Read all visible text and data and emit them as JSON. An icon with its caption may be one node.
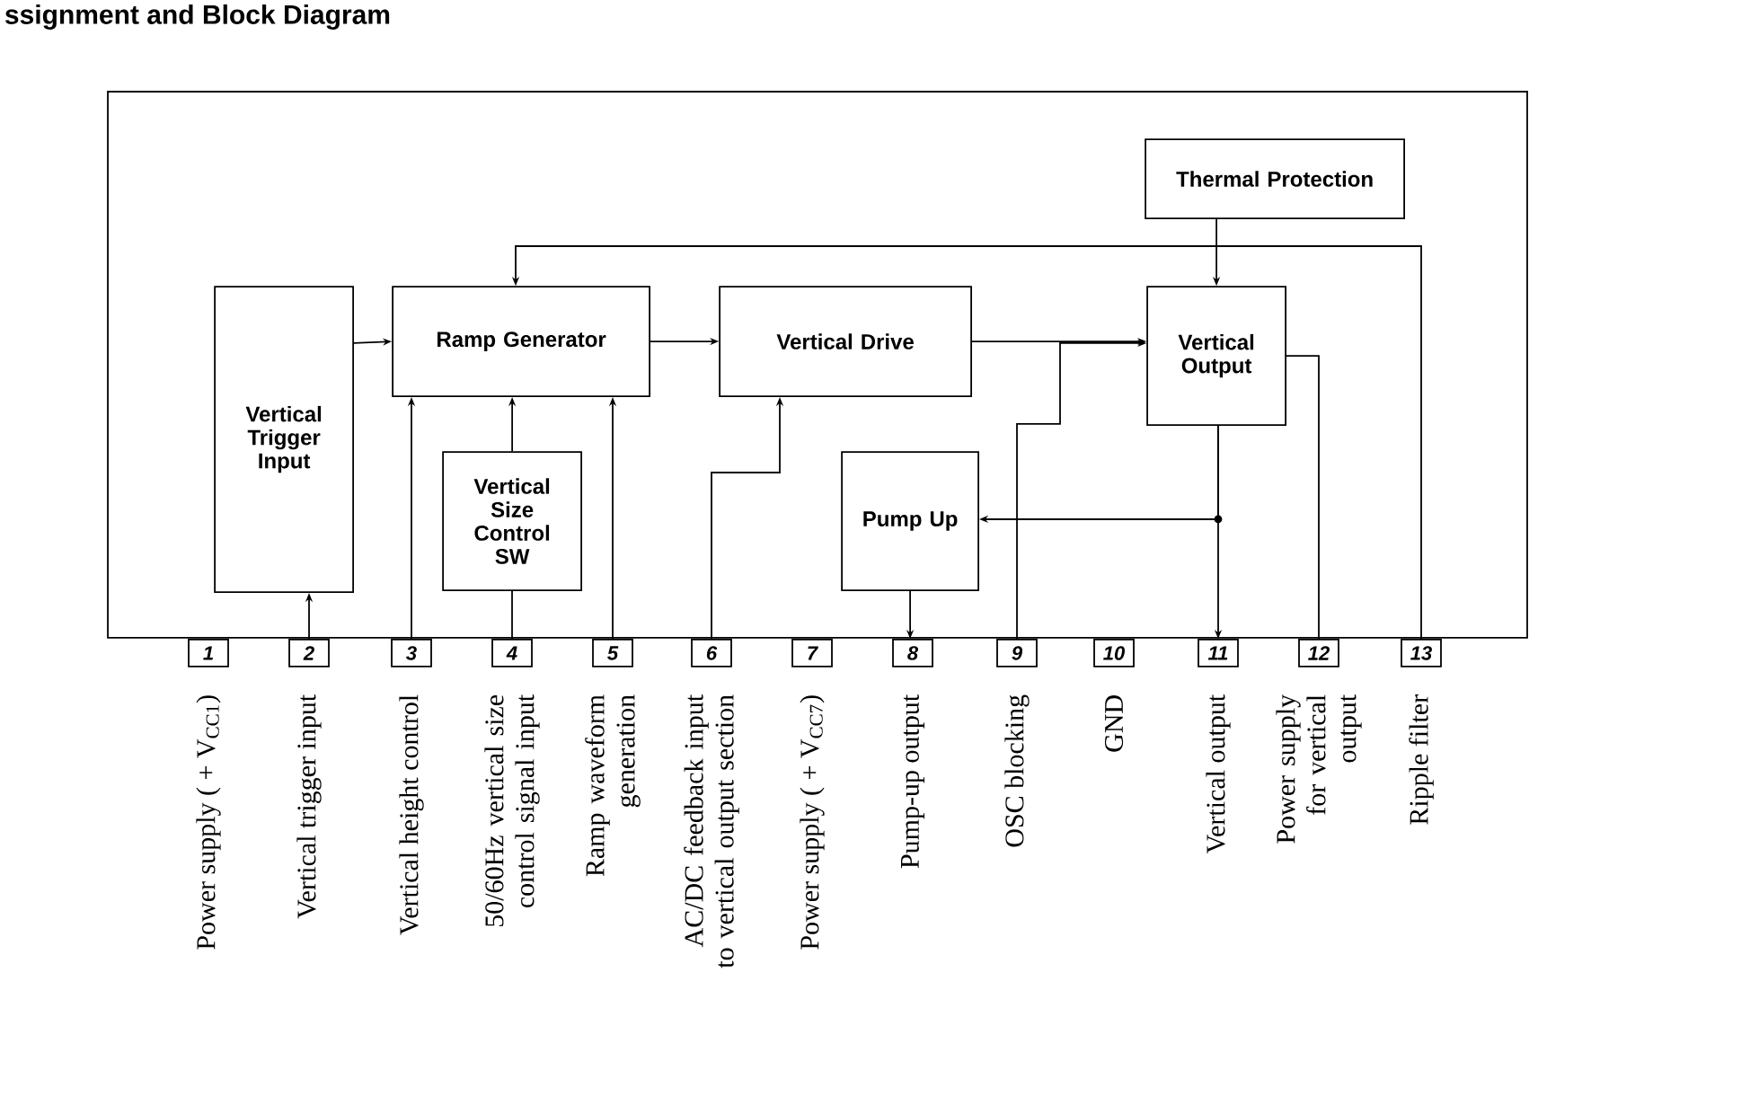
{
  "diagram": {
    "title": "ssignment and Block Diagram",
    "nodes": [
      {
        "text": [],
        "shape": "box"
      },
      {
        "text": [
          "Vertical Trigger Input"
        ],
        "in": 0
      },
      {
        "text": [
          "Ramp Generator"
        ],
        "in": 0
      },
      {
        "text": [
          "Vertical Size Control SW"
        ],
        "in": 0
      },
      {
        "text": [
          "Vertical Drive"
        ],
        "in": 0
      },
      {
        "text": [
          "Pump Up"
        ],
        "in": 0
      },
      {
        "text": [
          "Thermal Protection"
        ],
        "in": 0
      },
      {
        "text": [
          "Vertical Output"
        ],
        "in": 0
      },
      {
        "text": [
          "1"
        ],
        "beside": [
          "Power supply ( + V$_{CC1}$)"
        ]
      },
      {
        "text": [
          "2"
        ],
        "beside": [
          "Vertical trigger input"
        ]
      },
      {
        "text": [
          "3"
        ],
        "beside": [
          "Vertical height control"
        ]
      },
      {
        "text": [
          "4"
        ],
        "beside": [
          "50/60Hz vertical size control signal input"
        ]
      },
      {
        "text": [
          "5"
        ],
        "beside": [
          "Ramp waveform generation"
        ]
      },
      {
        "text": [
          "6"
        ],
        "beside": [
          "AC/DC feedback input to vertical output section"
        ]
      },
      {
        "text": [
          "7"
        ],
        "beside": [
          "Power supply ( + V$_{CC7}$)"
        ]
      },
      {
        "text": [
          "8"
        ],
        "beside": [
          "Pump-up output"
        ]
      },
      {
        "text": [
          "9"
        ],
        "beside": [
          "OSC blocking"
        ]
      },
      {
        "text": [
          "10"
        ],
        "beside": [
          "GND"
        ]
      },
      {
        "text": [
          "11"
        ],
        "beside": [
          "Vertical output"
        ]
      },
      {
        "text": [
          "12"
        ],
        "beside": [
          "Power supply for vertical output"
        ]
      },
      {
        "text": [
          "13"
        ],
        "beside": [
          "Ripple filter"
        ]
      }
    ],
    "edges": [
      {
        "from": 9,
        "to": 1,
        "arrow": "to"
      },
      {
        "from": 1,
        "to": 2,
        "arrow": "to"
      },
      {
        "from": 10,
        "to": 2,
        "arrow": "to"
      },
      {
        "from": 3,
        "to": 2,
        "arrow": "to"
      },
      {
        "from": 11,
        "to": 3,
        "arrow": "none"
      },
      {
        "from": 12,
        "to": 2,
        "arrow": "to"
      },
      {
        "from": 2,
        "to": 4,
        "arrow": "to"
      },
      {
        "from": 13,
        "to": 4,
        "arrow": "to"
      },
      {
        "from": 4,
        "to": 7,
        "arrow": "to"
      },
      {
        "from": 16,
        "to": 7,
        "arrow": "to"
      },
      {
        "from": 6,
        "to": 7,
        "arrow": "to"
      },
      {
        "from": 7,
        "to": 18,
        "arrow": "to"
      },
      {
        "from": 7,
        "to": 5,
        "arrow": "to"
      },
      {
        "from": 5,
        "to": 15,
        "arrow": "to"
      },
      {
        "from": 7,
        "to": 19,
        "arrow": "none"
      },
      {
        "from": 20,
        "to": 2,
        "arrow": "to"
      }
    ]
  }
}
